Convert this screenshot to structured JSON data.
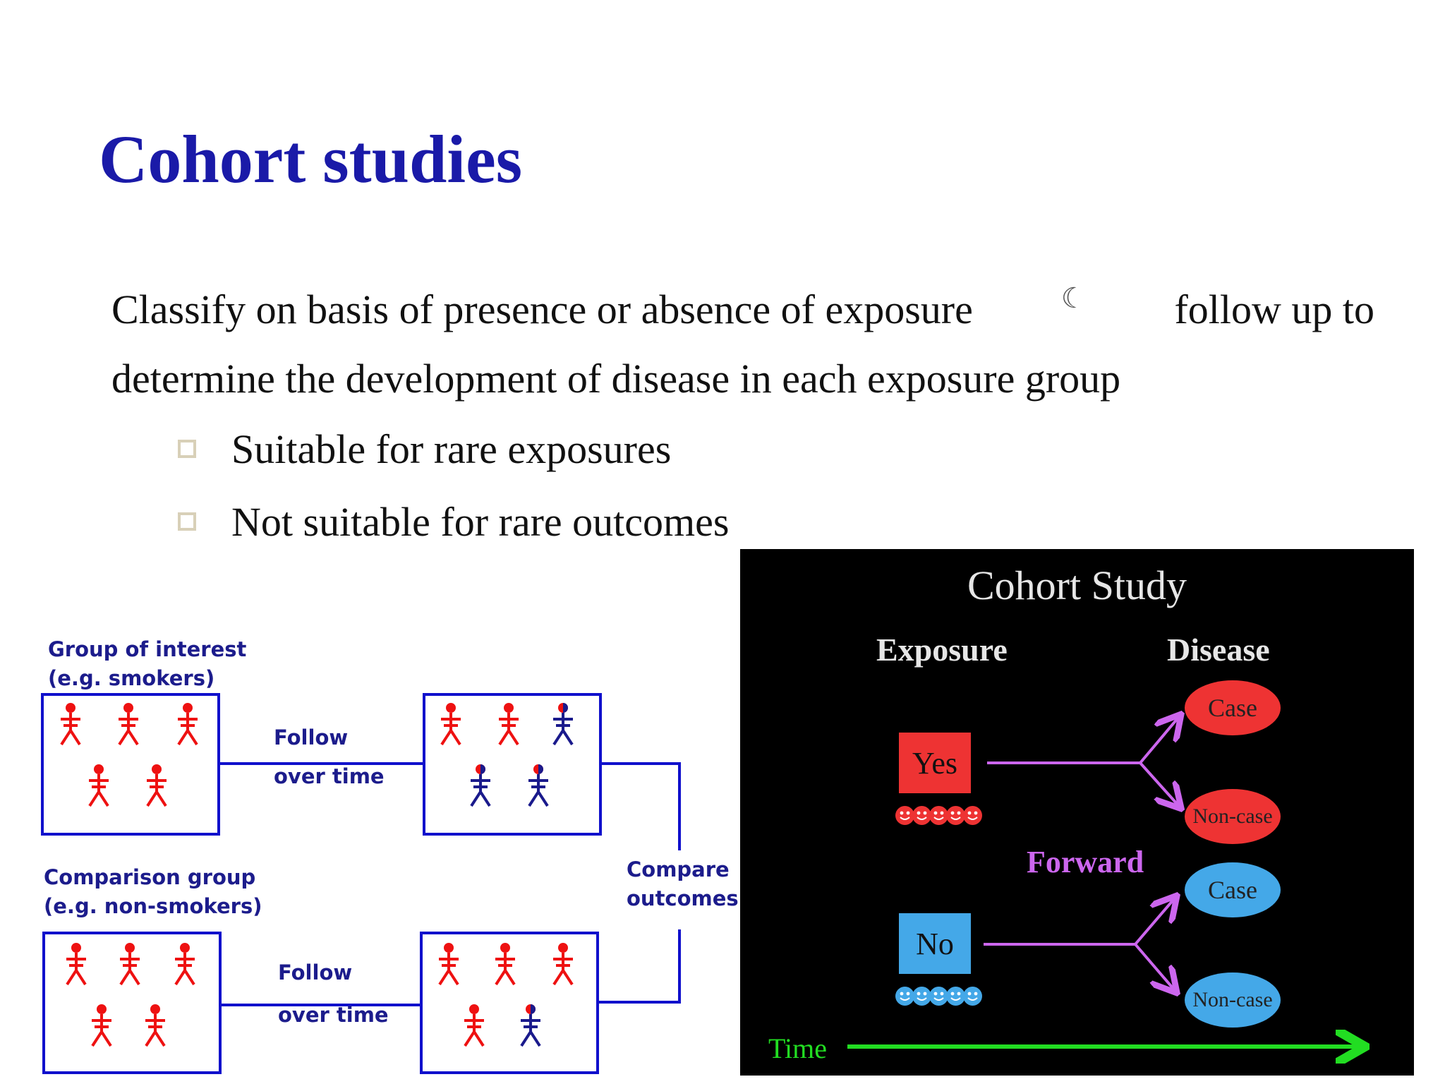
{
  "slide": {
    "title": "Cohort studies",
    "paragraph": {
      "line1_start": "Classify on basis of presence or absence of exposure",
      "moon_glyph": "☾",
      "line1_end": "follow up to",
      "line2": "determine the development of disease in each exposure group"
    },
    "bullets": [
      "Suitable for rare exposures",
      "Not suitable for rare outcomes"
    ]
  },
  "left_diagram": {
    "group_label_line1": "Group of interest",
    "group_label_line2": "(e.g. smokers)",
    "comparison_label_line1": "Comparison group",
    "comparison_label_line2": "(e.g. non-smokers)",
    "follow_top_line1": "Follow",
    "follow_top_line2": "over time",
    "follow_bottom_line1": "Follow",
    "follow_bottom_line2": "over time",
    "compare_line1": "Compare",
    "compare_line2": "outcomes",
    "colors": {
      "box": "#1010cc",
      "healthy": "#ee1111",
      "diseased": "#1a1a8c"
    }
  },
  "right_panel": {
    "title": "Cohort Study",
    "exposure_header": "Exposure",
    "disease_header": "Disease",
    "yes_label": "Yes",
    "no_label": "No",
    "forward_label": "Forward",
    "time_label": "Time",
    "case_label": "Case",
    "noncase_label": "Non-case",
    "colors": {
      "red": "#ee3333",
      "blue": "#44a8e8",
      "arrow": "#cc66ee",
      "time": "#22dd22"
    }
  }
}
